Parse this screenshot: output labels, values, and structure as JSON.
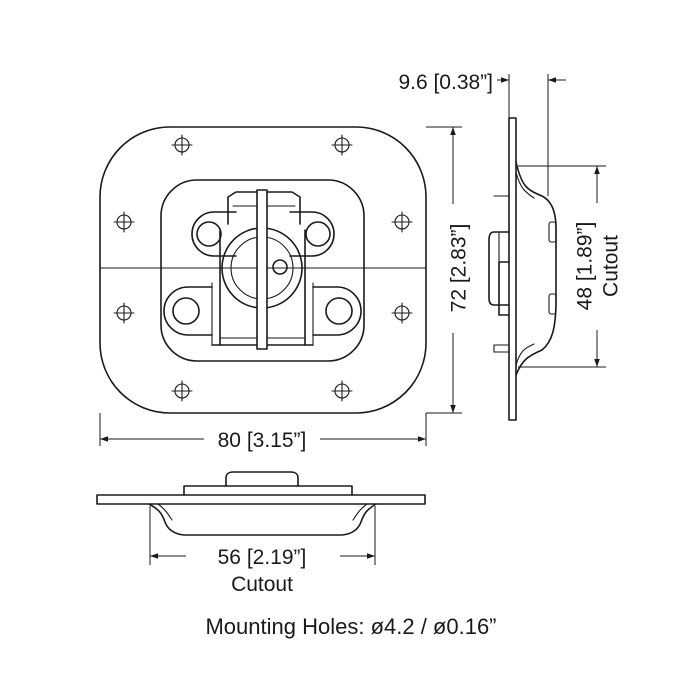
{
  "dimensions": {
    "thickness": "9.6 [0.38”]",
    "width": "80 [3.15”]",
    "height": "72 [2.83”]",
    "cutout_height": "48 [1.89”]",
    "cutout_height_note": "Cutout",
    "cutout_width": "56 [2.19”]",
    "cutout_width_note": "Cutout"
  },
  "mounting_holes": "Mounting Holes: ø4.2 / ø0.16”"
}
